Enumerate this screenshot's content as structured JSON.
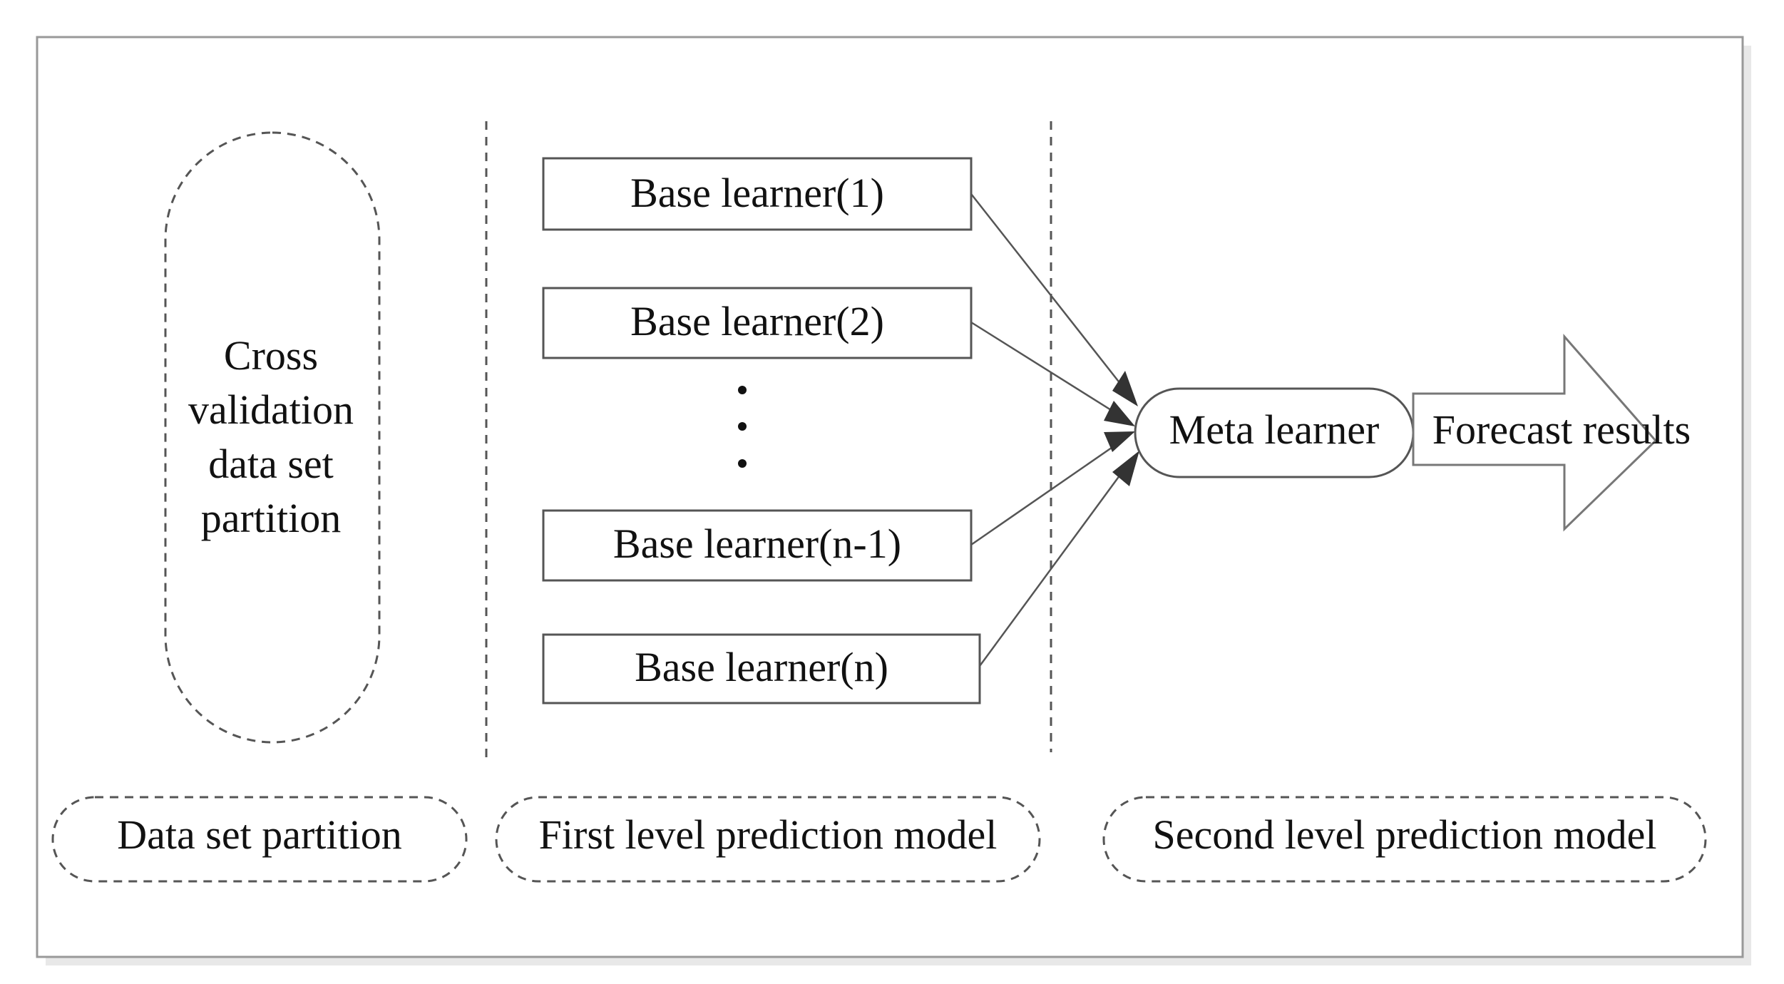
{
  "diagram": {
    "cross_validation_label": [
      "Cross",
      "validation",
      "data set",
      "partition"
    ],
    "base_learners": [
      "Base learner(1)",
      "Base learner(2)",
      "Base learner(n-1)",
      "Base learner(n)"
    ],
    "meta_learner": "Meta learner",
    "output": "Forecast results",
    "section_labels": {
      "data_set_partition": "Data set partition",
      "first_level": "First level prediction model",
      "second_level": "Second level prediction model"
    }
  },
  "colors": {
    "stroke": "#555555",
    "text": "#111111",
    "arrowhead": "#333333",
    "frame": "#999999"
  }
}
